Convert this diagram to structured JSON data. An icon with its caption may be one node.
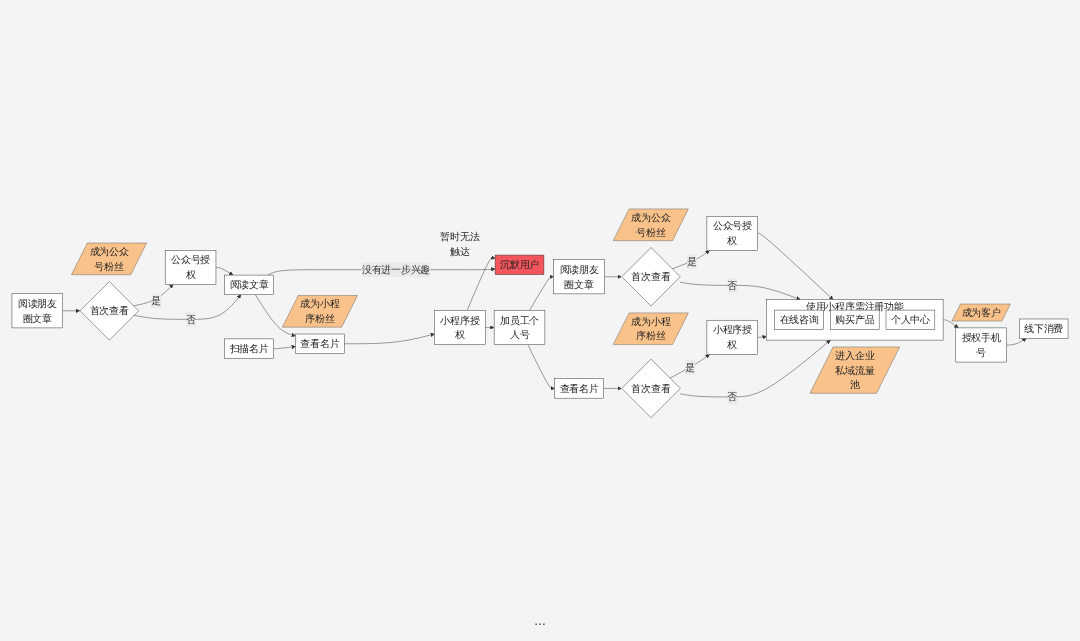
{
  "diagram": {
    "nodes": [
      {
        "text": [
          "扫描名片"
        ]
      },
      {
        "text": [
          "沉默用户"
        ],
        "beside": [
          "暂时无法触达"
        ]
      },
      {
        "text": [
          "阅读朋友圈文章"
        ]
      },
      {
        "text": [
          "首次查看"
        ]
      },
      {
        "text": [
          "公众号授权"
        ]
      },
      {
        "text": [
          "成为公众号粉丝"
        ]
      },
      {
        "text": [
          "阅读文章"
        ]
      },
      {
        "text": [
          "查看名片"
        ]
      },
      {
        "text": [
          "成为小程序粉丝"
        ]
      },
      {
        "text": [
          "小程序授权"
        ]
      },
      {
        "text": [
          "加员工个人号"
        ]
      },
      {
        "text": [
          "查看名片"
        ]
      },
      {
        "text": [
          "首次查看"
        ]
      },
      {
        "text": [
          "成为小程序粉丝"
        ]
      },
      {
        "text": [
          "小程序授权"
        ]
      },
      {
        "text": [
          "阅读朋友圈文章"
        ]
      },
      {
        "text": [
          "首次查看"
        ]
      },
      {
        "text": [
          "成为公众号粉丝"
        ]
      },
      {
        "text": [
          "公众号授权"
        ]
      },
      {
        "text": [
          "使用小程序需注册功能"
        ]
      },
      {
        "text": [
          "在线咨询"
        ],
        "in": 19
      },
      {
        "text": [
          "购买产品"
        ],
        "in": 19
      },
      {
        "text": [
          "个人中心"
        ],
        "in": 19
      },
      {
        "text": [
          "进入企业私域流量池"
        ]
      },
      {
        "text": [
          "授权手机号"
        ]
      },
      {
        "text": [
          "成为客户"
        ]
      },
      {
        "text": [
          "线下消费"
        ]
      }
    ],
    "edges": [
      {
        "from": 0,
        "to": 7,
        "arrow": "to"
      },
      {
        "from": 2,
        "to": 3,
        "arrow": "to"
      },
      {
        "from": 3,
        "to": 4,
        "arrow": "to",
        "label": "是"
      },
      {
        "from": 3,
        "to": 6,
        "arrow": "to",
        "label": "否"
      },
      {
        "from": 4,
        "to": 6,
        "arrow": "to"
      },
      {
        "from": 6,
        "to": 1,
        "arrow": "to",
        "label": "没有进一步兴趣"
      },
      {
        "from": 6,
        "to": 7,
        "arrow": "to"
      },
      {
        "from": 7,
        "to": 9,
        "arrow": "to"
      },
      {
        "from": 9,
        "to": 1,
        "arrow": "to"
      },
      {
        "from": 9,
        "to": 10,
        "arrow": "to"
      },
      {
        "from": 10,
        "to": 11,
        "arrow": "to"
      },
      {
        "from": 10,
        "to": 15,
        "arrow": "to"
      },
      {
        "from": 11,
        "to": 12,
        "arrow": "to"
      },
      {
        "from": 12,
        "to": 14,
        "arrow": "to",
        "label": "是"
      },
      {
        "from": 12,
        "to": 19,
        "arrow": "to",
        "label": "否"
      },
      {
        "from": 14,
        "to": 19,
        "arrow": "to"
      },
      {
        "from": 15,
        "to": 16,
        "arrow": "to"
      },
      {
        "from": 16,
        "to": 18,
        "arrow": "to",
        "label": "是"
      },
      {
        "from": 16,
        "to": 19,
        "arrow": "to",
        "label": "否"
      },
      {
        "from": 18,
        "to": 19,
        "arrow": "to"
      },
      {
        "from": 19,
        "to": 24,
        "arrow": "to"
      },
      {
        "from": 24,
        "to": 26,
        "arrow": "to"
      }
    ],
    "labels": [
      "..."
    ]
  }
}
